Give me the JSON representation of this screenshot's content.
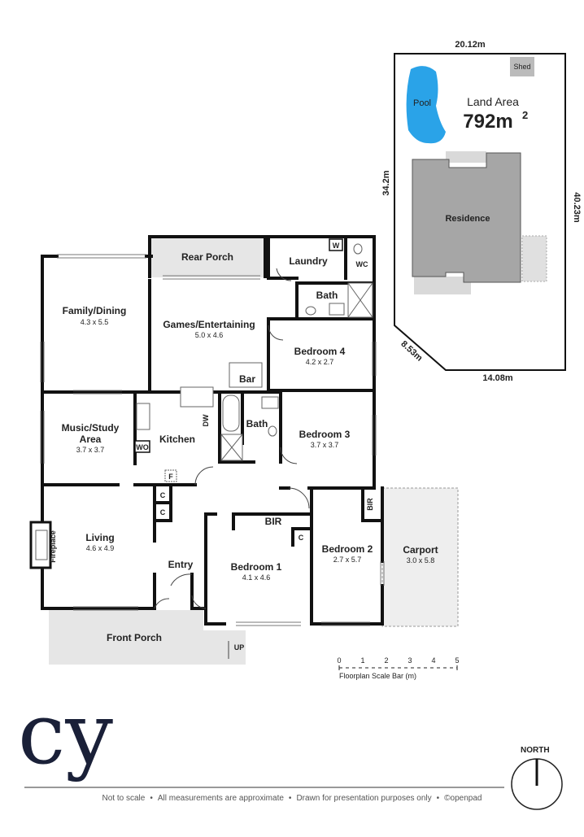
{
  "rooms": {
    "rear_porch": "Rear Porch",
    "laundry": "Laundry",
    "w": "W",
    "wc": "WC",
    "bath_upper": "Bath",
    "family_dining": "Family/Dining",
    "family_dining_dim": "4.3 x 5.5",
    "games": "Games/Entertaining",
    "games_dim": "5.0 x 4.6",
    "bedroom4": "Bedroom 4",
    "bedroom4_dim": "4.2 x 2.7",
    "bar": "Bar",
    "music_study_1": "Music/Study",
    "music_study_2": "Area",
    "music_study_dim": "3.7 x 3.7",
    "wo": "WO",
    "kitchen": "Kitchen",
    "dw": "DW",
    "bath_lower": "Bath",
    "bedroom3": "Bedroom 3",
    "bedroom3_dim": "3.7 x 3.7",
    "f": "F",
    "c": "C",
    "bir": "BIR",
    "living": "Living",
    "living_dim": "4.6 x 4.9",
    "fireplace": "Fireplace",
    "entry": "Entry",
    "bedroom1": "Bedroom 1",
    "bedroom1_dim": "4.1 x 4.6",
    "bedroom2": "Bedroom 2",
    "bedroom2_dim": "2.7 x 5.7",
    "carport": "Carport",
    "carport_dim": "3.0 x 5.8",
    "front_porch": "Front Porch",
    "up": "UP"
  },
  "site": {
    "width_top": "20.12m",
    "depth_left": "34.2m",
    "depth_right": "40.23m",
    "bottom_edge": "14.08m",
    "angled_edge": "8.53m",
    "land_area_label": "Land Area",
    "land_area_value": "792m",
    "land_area_sup": "2",
    "pool": "Pool",
    "shed": "Shed",
    "residence": "Residence"
  },
  "scale_bar": {
    "ticks": [
      "0",
      "1",
      "2",
      "3",
      "4",
      "5"
    ],
    "caption": "Floorplan Scale Bar (m)"
  },
  "logo_text": "cy",
  "north_label": "NORTH",
  "footer": {
    "items": [
      "Not to scale",
      "All measurements are approximate",
      "Drawn for presentation purposes only"
    ],
    "brand": "openpad"
  },
  "colors": {
    "wall": "#111111",
    "outdoor_fill": "#e6e6e6",
    "residence_fill": "#a6a6a6",
    "pool_fill": "#2aa3e8",
    "logo": "#1a2038"
  }
}
